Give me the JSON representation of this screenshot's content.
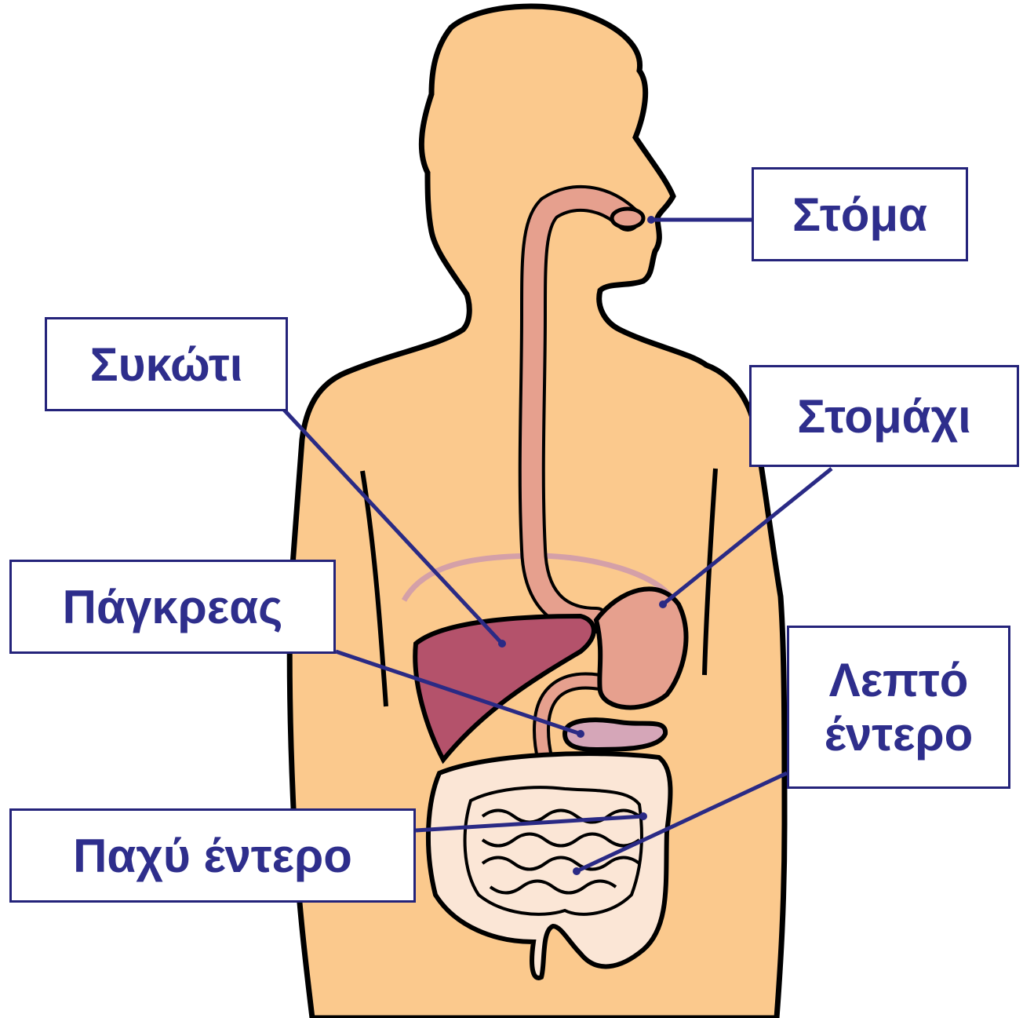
{
  "labels": {
    "mouth": "Στόμα",
    "liver": "Συκώτι",
    "stomach": "Στομάχι",
    "pancreas": "Πάγκρεας",
    "small_intestine_line1": "Λεπτό",
    "small_intestine_line2": "έντερο",
    "large_intestine": "Παχύ έντερο"
  },
  "colors": {
    "skin": "#fbc98d",
    "outline": "#000000",
    "esophagus": "#e6a08e",
    "liver": "#b4526b",
    "pancreas": "#d5a6b8",
    "intestine": "#fbe6d6",
    "leader_line": "#2a2a85",
    "label_text": "#2e2e8c",
    "diaphragm": "#d4a0a8"
  }
}
